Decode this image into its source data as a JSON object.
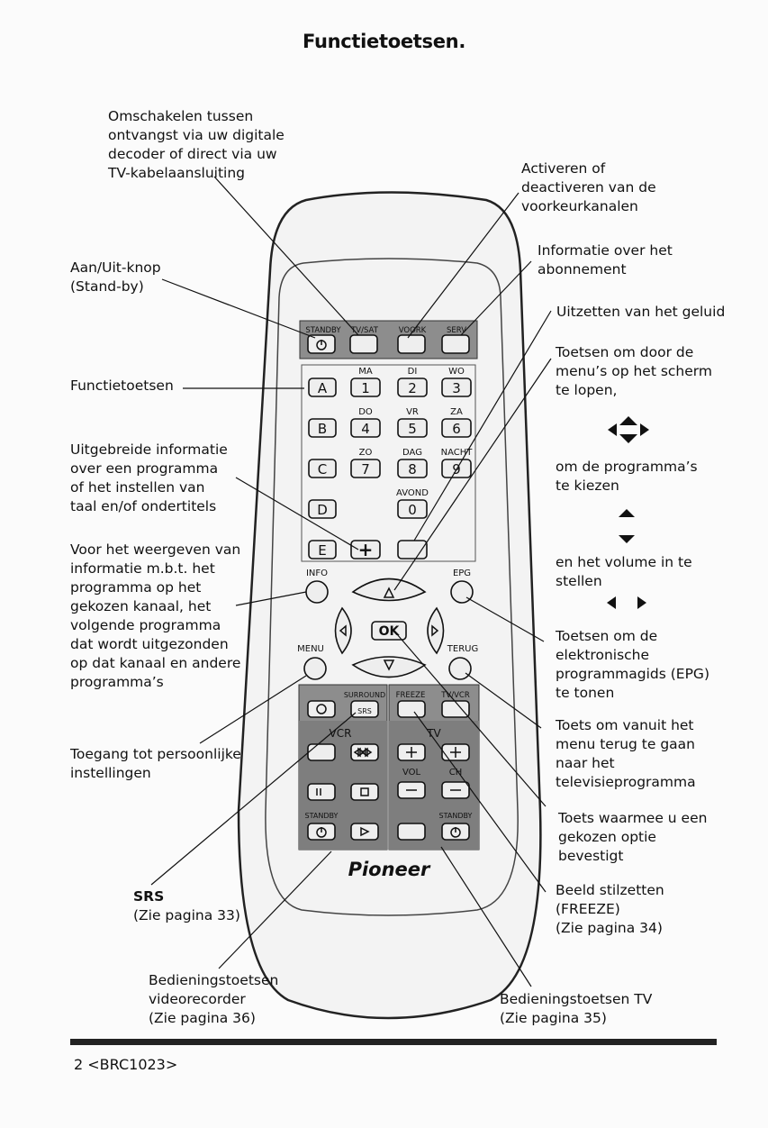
{
  "title": "Functietoetsen.",
  "annotations": {
    "switch": "Omschakelen tussen\nontvangst via uw digitale\ndecoder of direct via uw\nTV-kabelaansluiting",
    "power": "Aan/Uit-knop\n(Stand-by)",
    "function_keys": "Functietoetsen",
    "extended_info": "Uitgebreide informatie\nover een programma\nof het instellen van\ntaal en/of ondertitels",
    "info": "Voor het weergeven van\ninformatie m.b.t. het\nprogramma op het\ngekozen kanaal, het\nvolgende programma\ndat wordt uitgezonden\nop dat kanaal en andere\nprogramma’s",
    "menu": "Toegang tot persoonlijke\ninstellingen",
    "srs_title": "SRS",
    "srs_page": "(Zie pagina 33)",
    "vcr_title": "Bedieningstoetsen\nvideorecorder",
    "vcr_page": "(Zie pagina 36)",
    "favorites": "Activeren of\ndeactiveren van de\nvoorkeurkanalen",
    "subscription": "Informatie over het\nabonnement",
    "mute": "Uitzetten van het geluid",
    "navigate": "Toetsen om door de\nmenu’s op het scherm\nte lopen,",
    "choose": "om de programma’s\nte kiezen",
    "volume": "en het volume in te\nstellen",
    "epg": "Toetsen om de\nelektronische\nprogrammagids (EPG)\nte tonen",
    "back": "Toets om vanuit het\nmenu terug te gaan\nnaar het\ntelevisieprogramma",
    "confirm": "Toets waarmee u een\ngekozen optie\nbevestigt",
    "freeze_title": "Beeld stilzetten\n(FREEZE)",
    "freeze_page": "(Zie pagina 34)",
    "tv_title": "Bedieningstoetsen TV",
    "tv_page": "(Zie pagina 35)"
  },
  "remote": {
    "top_labels": [
      "STANDBY",
      "TV/SAT",
      "VOORK",
      "SERV"
    ],
    "letters": [
      "A",
      "B",
      "C",
      "D",
      "E"
    ],
    "days": [
      "MA",
      "DI",
      "WO",
      "DO",
      "VR",
      "ZA",
      "ZO",
      "DAG",
      "NACHT",
      "AVOND"
    ],
    "digits": [
      "1",
      "2",
      "3",
      "4",
      "5",
      "6",
      "7",
      "8",
      "9",
      "0"
    ],
    "info": "INFO",
    "epg": "EPG",
    "menu": "MENU",
    "back": "TERUG",
    "ok": "OK",
    "surround": "SURROUND",
    "srs": "SRS",
    "freeze": "FREEZE",
    "tvvcr": "TV/VCR",
    "vcr": "VCR",
    "tv": "TV",
    "vol": "VOL",
    "ch": "CH",
    "standby": "STANDBY",
    "brand": "Pioneer"
  },
  "footer": "2 <BRC1023>"
}
